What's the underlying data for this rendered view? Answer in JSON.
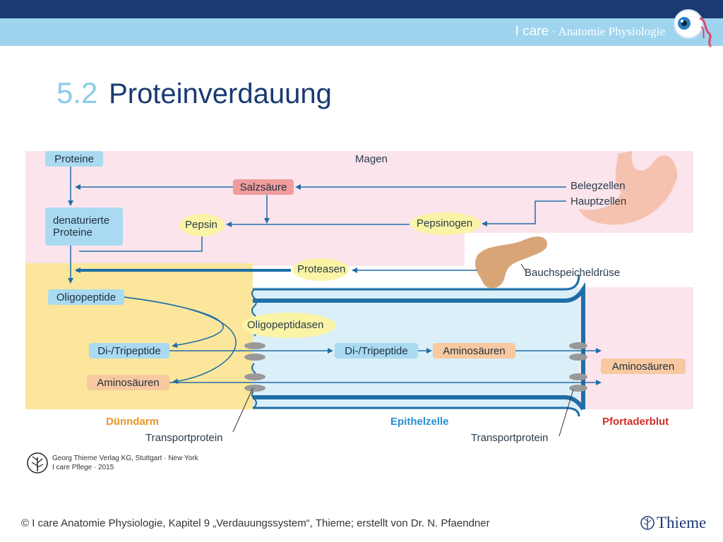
{
  "header": {
    "brand_bold": "I care",
    "brand_rest": " · Anatomie Physiologie",
    "title_number": "5.2",
    "title_text": "Proteinverdauung"
  },
  "diagram": {
    "labels": {
      "proteine": "Proteine",
      "magen": "Magen",
      "salzsaeure": "Salzsäure",
      "belegzellen": "Belegzellen",
      "hauptzellen": "Hauptzellen",
      "denat1": "denaturierte",
      "denat2": "Proteine",
      "pepsin": "Pepsin",
      "pepsinogen": "Pepsinogen",
      "proteasen": "Proteasen",
      "bauchspeicheldruese": "Bauchspeicheldrüse",
      "oligopeptide": "Oligopeptide",
      "oligopeptidasen": "Oligopeptidasen",
      "ditri_left": "Di-/Tripeptide",
      "ditri_mid": "Di-/Tripeptide",
      "amino_mid": "Aminosäuren",
      "amino_left": "Aminosäuren",
      "amino_right": "Aminosäuren",
      "duenndarm": "Dünndarm",
      "epithelzelle": "Epithelzelle",
      "pfortaderblut": "Pfortaderblut",
      "transport_left": "Transportprotein",
      "transport_right": "Transportprotein"
    },
    "colors": {
      "stomach_bg": "#fbe4ec",
      "intestine_bg": "#fbe69c",
      "epithel_bg": "#dbeff9",
      "blood_bg": "#fbe4ec",
      "arrow": "#1f6ea6",
      "duenndarm": "#e8962c",
      "epithelzelle": "#2a8fd0",
      "pfortaderblut": "#d0302a"
    }
  },
  "publisher": {
    "line1": "Georg Thieme Verlag KG, Stuttgart · New York",
    "line2": "I care Pflege · 2015"
  },
  "footer": {
    "text": "© I care Anatomie Physiologie, Kapitel 9 „Verdauungssystem“, Thieme; erstellt von Dr. N. Pfaendner",
    "logo_text": "Thieme"
  }
}
